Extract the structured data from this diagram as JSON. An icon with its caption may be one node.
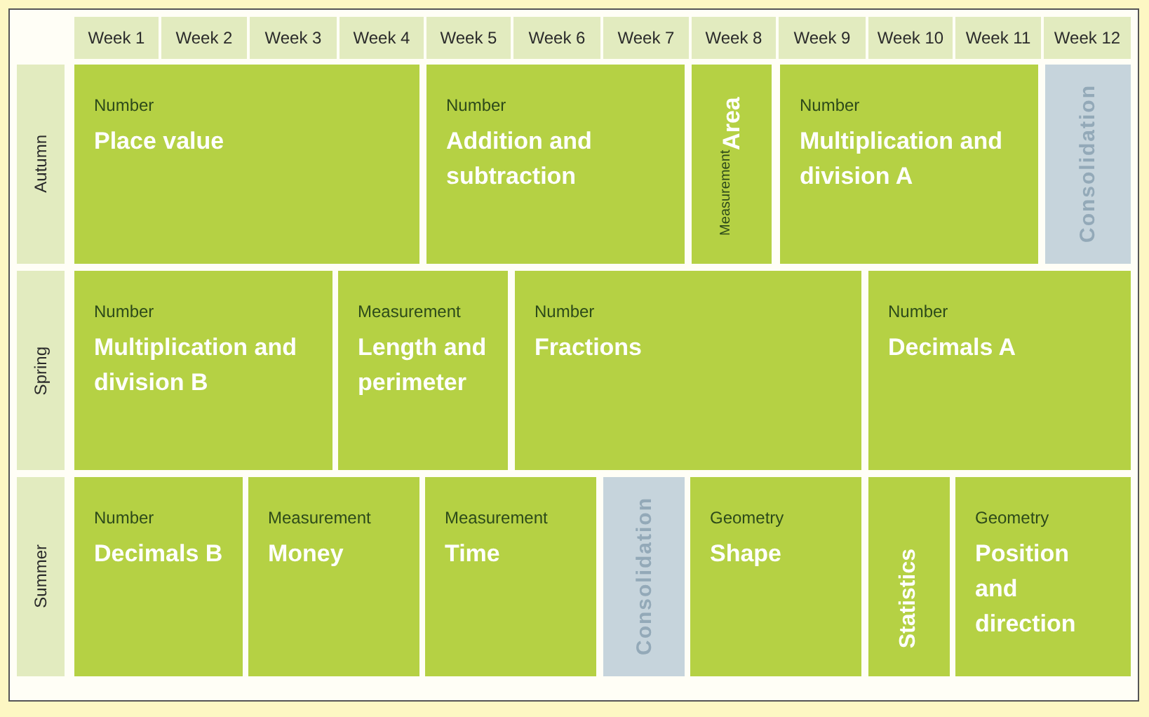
{
  "diagram": {
    "nodes": [
      {
        "text": [
          "Week 1"
        ]
      },
      {
        "text": [
          "Week 2"
        ]
      },
      {
        "text": [
          "Week 3"
        ]
      },
      {
        "text": [
          "Week 4"
        ]
      },
      {
        "text": [
          "Week 5"
        ]
      },
      {
        "text": [
          "Week 6"
        ]
      },
      {
        "text": [
          "Week 7"
        ]
      },
      {
        "text": [
          "Week 8"
        ]
      },
      {
        "text": [
          "Week 9"
        ]
      },
      {
        "text": [
          "Week 10"
        ]
      },
      {
        "text": [
          "Week 11"
        ]
      },
      {
        "text": [
          "Week 12"
        ]
      },
      {
        "text": [
          "Autumn"
        ]
      },
      {
        "text": [
          "Number",
          "Place value"
        ]
      },
      {
        "text": [
          "Number",
          "Addition and subtraction"
        ]
      },
      {
        "text": [
          "Measurement",
          "Area"
        ]
      },
      {
        "text": [
          "Number",
          "Multiplication and division A"
        ]
      },
      {
        "text": [
          "Consolidation"
        ]
      },
      {
        "text": [
          "Spring"
        ]
      },
      {
        "text": [
          "Number",
          "Multiplication and division B"
        ]
      },
      {
        "text": [
          "Measurement",
          "Length and perimeter"
        ]
      },
      {
        "text": [
          "Number",
          "Fractions"
        ]
      },
      {
        "text": [
          "Number",
          "Decimals A"
        ]
      },
      {
        "text": [
          "Summer"
        ]
      },
      {
        "text": [
          "Number",
          "Decimals B"
        ]
      },
      {
        "text": [
          "Measurement",
          "Money"
        ]
      },
      {
        "text": [
          "Measurement",
          "Time"
        ]
      },
      {
        "text": [
          "Consolidation"
        ]
      },
      {
        "text": [
          "Geometry",
          "Shape"
        ]
      },
      {
        "text": [
          "Statistics"
        ]
      },
      {
        "text": [
          "Geometry",
          "Position and direction"
        ]
      }
    ]
  }
}
